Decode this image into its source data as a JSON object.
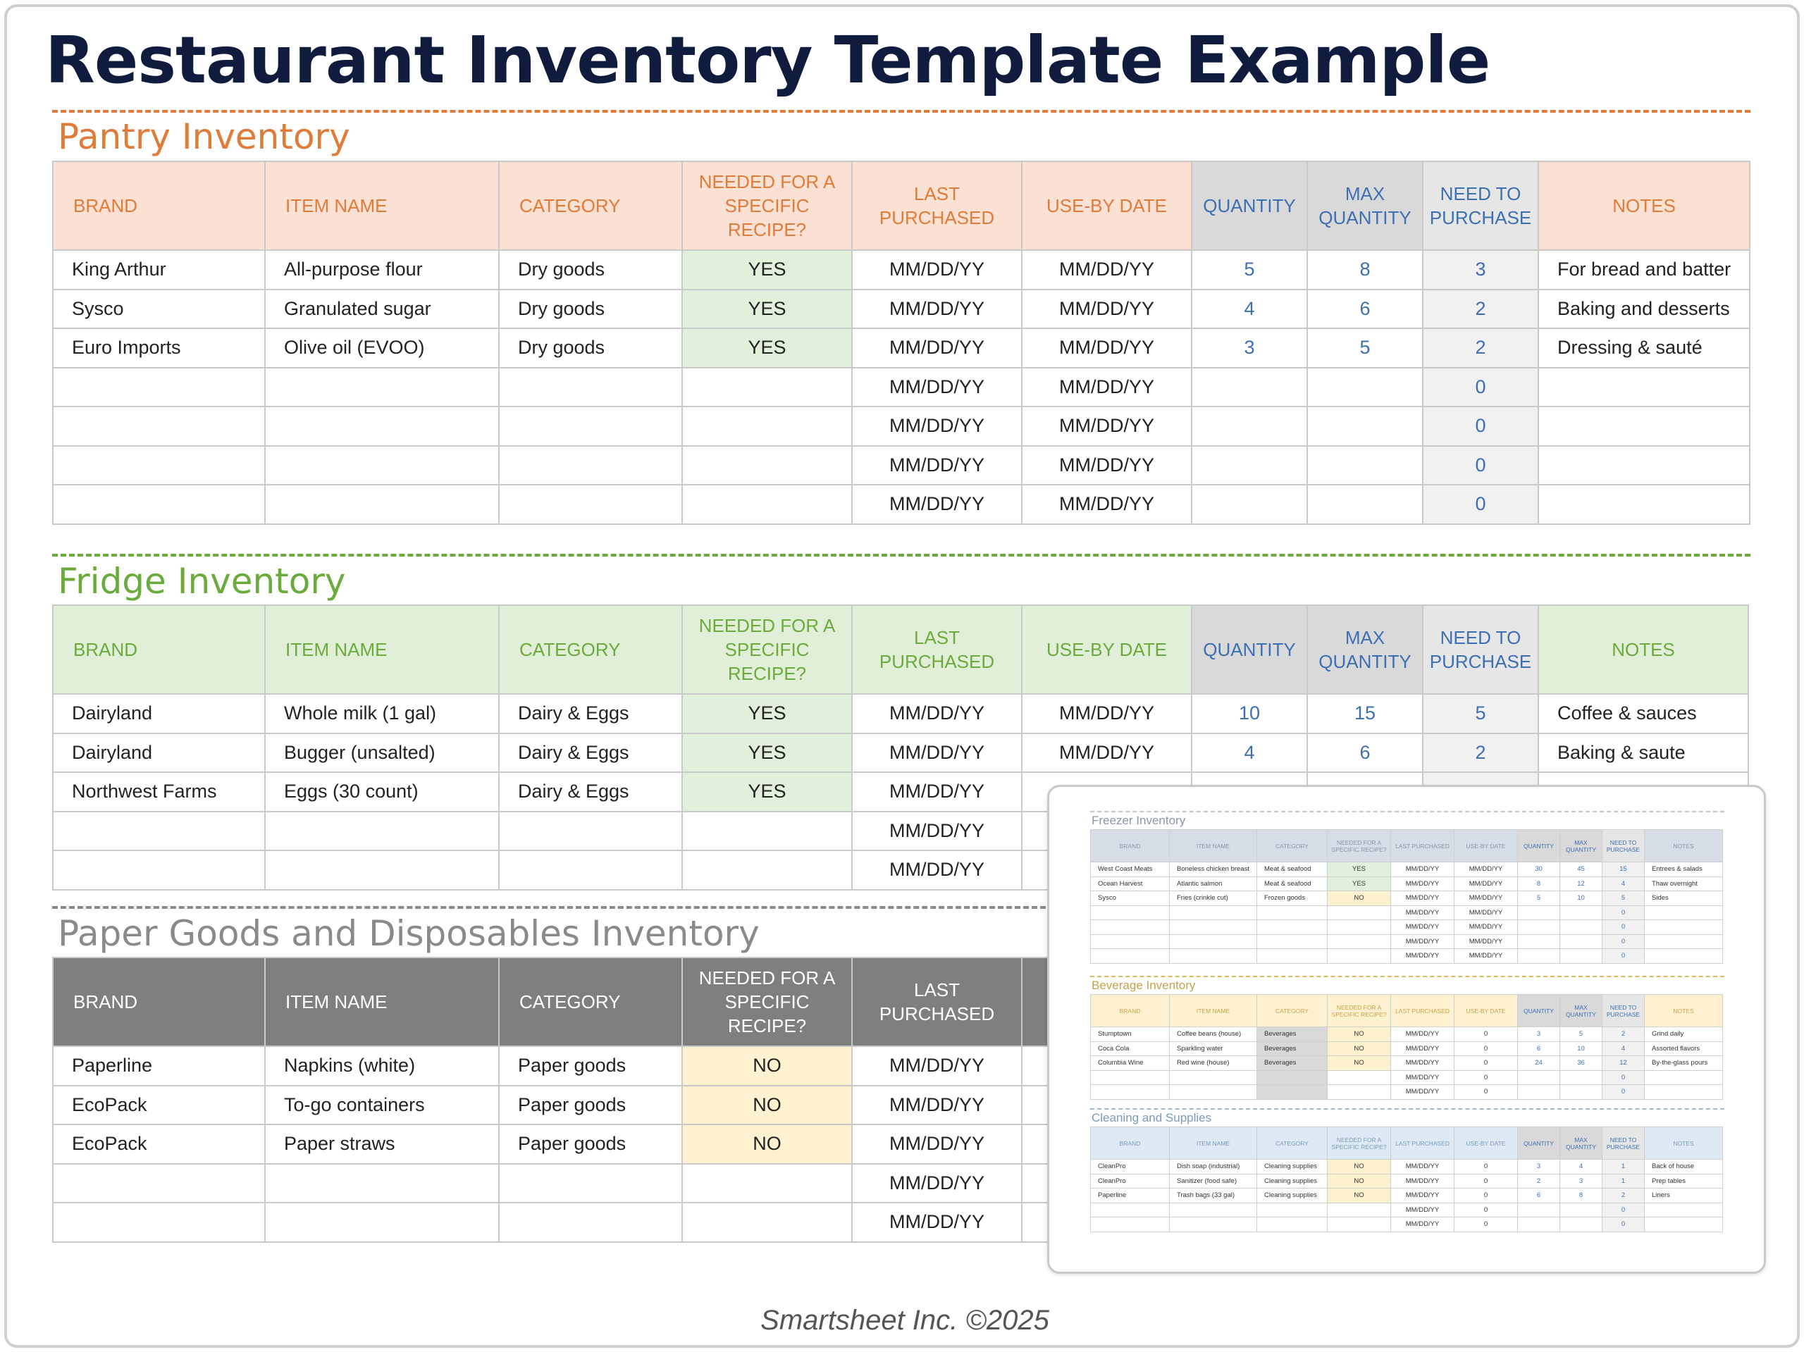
{
  "page": {
    "title": "Restaurant Inventory Template Example",
    "footer": "Smartsheet Inc. ©2025"
  },
  "headers": {
    "brand": "BRAND",
    "item": "ITEM NAME",
    "category": "CATEGORY",
    "recipe": "NEEDED FOR A SPECIFIC RECIPE?",
    "last": "LAST PURCHASED",
    "useby": "USE-BY DATE",
    "qty": "QUANTITY",
    "max": "MAX QUANTITY",
    "need": "NEED TO PURCHASE",
    "notes": "NOTES"
  },
  "pantry": {
    "title": "Pantry Inventory",
    "rows": [
      {
        "brand": "King Arthur",
        "item": "All-purpose flour",
        "category": "Dry goods",
        "recipe": "YES",
        "last": "MM/DD/YY",
        "useby": "MM/DD/YY",
        "qty": "5",
        "max": "8",
        "need": "3",
        "notes": "For bread and batter"
      },
      {
        "brand": "Sysco",
        "item": "Granulated sugar",
        "category": "Dry goods",
        "recipe": "YES",
        "last": "MM/DD/YY",
        "useby": "MM/DD/YY",
        "qty": "4",
        "max": "6",
        "need": "2",
        "notes": "Baking and desserts"
      },
      {
        "brand": "Euro Imports",
        "item": "Olive oil (EVOO)",
        "category": "Dry goods",
        "recipe": "YES",
        "last": "MM/DD/YY",
        "useby": "MM/DD/YY",
        "qty": "3",
        "max": "5",
        "need": "2",
        "notes": "Dressing & sauté"
      },
      {
        "brand": "",
        "item": "",
        "category": "",
        "recipe": "",
        "last": "MM/DD/YY",
        "useby": "MM/DD/YY",
        "qty": "",
        "max": "",
        "need": "0",
        "notes": ""
      },
      {
        "brand": "",
        "item": "",
        "category": "",
        "recipe": "",
        "last": "MM/DD/YY",
        "useby": "MM/DD/YY",
        "qty": "",
        "max": "",
        "need": "0",
        "notes": ""
      },
      {
        "brand": "",
        "item": "",
        "category": "",
        "recipe": "",
        "last": "MM/DD/YY",
        "useby": "MM/DD/YY",
        "qty": "",
        "max": "",
        "need": "0",
        "notes": ""
      },
      {
        "brand": "",
        "item": "",
        "category": "",
        "recipe": "",
        "last": "MM/DD/YY",
        "useby": "MM/DD/YY",
        "qty": "",
        "max": "",
        "need": "0",
        "notes": ""
      }
    ]
  },
  "fridge": {
    "title": "Fridge Inventory",
    "rows": [
      {
        "brand": "Dairyland",
        "item": "Whole milk (1 gal)",
        "category": "Dairy & Eggs",
        "recipe": "YES",
        "last": "MM/DD/YY",
        "useby": "MM/DD/YY",
        "qty": "10",
        "max": "15",
        "need": "5",
        "notes": "Coffee & sauces"
      },
      {
        "brand": "Dairyland",
        "item": "Bugger (unsalted)",
        "category": "Dairy & Eggs",
        "recipe": "YES",
        "last": "MM/DD/YY",
        "useby": "MM/DD/YY",
        "qty": "4",
        "max": "6",
        "need": "2",
        "notes": "Baking & saute"
      },
      {
        "brand": "Northwest Farms",
        "item": "Eggs (30 count)",
        "category": "Dairy & Eggs",
        "recipe": "YES",
        "last": "MM/DD/YY",
        "useby": "",
        "qty": "",
        "max": "",
        "need": "",
        "notes": ""
      },
      {
        "brand": "",
        "item": "",
        "category": "",
        "recipe": "",
        "last": "MM/DD/YY",
        "useby": "",
        "qty": "",
        "max": "",
        "need": "",
        "notes": ""
      },
      {
        "brand": "",
        "item": "",
        "category": "",
        "recipe": "",
        "last": "MM/DD/YY",
        "useby": "",
        "qty": "",
        "max": "",
        "need": "",
        "notes": ""
      }
    ]
  },
  "paper": {
    "title": "Paper Goods and Disposables Inventory",
    "rows": [
      {
        "brand": "Paperline",
        "item": "Napkins (white)",
        "category": "Paper goods",
        "recipe": "NO",
        "last": "MM/DD/YY"
      },
      {
        "brand": "EcoPack",
        "item": "To-go containers",
        "category": "Paper goods",
        "recipe": "NO",
        "last": "MM/DD/YY"
      },
      {
        "brand": "EcoPack",
        "item": "Paper straws",
        "category": "Paper goods",
        "recipe": "NO",
        "last": "MM/DD/YY"
      },
      {
        "brand": "",
        "item": "",
        "category": "",
        "recipe": "",
        "last": "MM/DD/YY"
      },
      {
        "brand": "",
        "item": "",
        "category": "",
        "recipe": "",
        "last": "MM/DD/YY"
      }
    ]
  },
  "preview": {
    "freezer": {
      "title": "Freezer Inventory",
      "rows": [
        [
          "West Coast Meats",
          "Boneless chicken breast",
          "Meat & seafood",
          "YES",
          "MM/DD/YY",
          "MM/DD/YY",
          "30",
          "45",
          "15",
          "Entrees & salads"
        ],
        [
          "Ocean Harvest",
          "Atlantic salmon",
          "Meat & seafood",
          "YES",
          "MM/DD/YY",
          "MM/DD/YY",
          "8",
          "12",
          "4",
          "Thaw overnight"
        ],
        [
          "Sysco",
          "Fries (crinkle cut)",
          "Frozen goods",
          "NO",
          "MM/DD/YY",
          "MM/DD/YY",
          "5",
          "10",
          "5",
          "Sides"
        ],
        [
          "",
          "",
          "",
          "",
          "MM/DD/YY",
          "MM/DD/YY",
          "",
          "",
          "0",
          ""
        ],
        [
          "",
          "",
          "",
          "",
          "MM/DD/YY",
          "MM/DD/YY",
          "",
          "",
          "0",
          ""
        ],
        [
          "",
          "",
          "",
          "",
          "MM/DD/YY",
          "MM/DD/YY",
          "",
          "",
          "0",
          ""
        ],
        [
          "",
          "",
          "",
          "",
          "MM/DD/YY",
          "MM/DD/YY",
          "",
          "",
          "0",
          ""
        ]
      ]
    },
    "beverage": {
      "title": "Beverage Inventory",
      "rows": [
        [
          "Stumptown",
          "Coffee beans (house)",
          "Beverages",
          "NO",
          "MM/DD/YY",
          "0",
          "3",
          "5",
          "2",
          "Grind daily"
        ],
        [
          "Coca Cola",
          "Sparkling water",
          "Beverages",
          "NO",
          "MM/DD/YY",
          "0",
          "6",
          "10",
          "4",
          "Assorted flavors"
        ],
        [
          "Columbia Wine",
          "Red wine (house)",
          "Beverages",
          "NO",
          "MM/DD/YY",
          "0",
          "24",
          "36",
          "12",
          "By-the-glass pours"
        ],
        [
          "",
          "",
          "",
          "",
          "MM/DD/YY",
          "0",
          "",
          "",
          "0",
          ""
        ],
        [
          "",
          "",
          "",
          "",
          "MM/DD/YY",
          "0",
          "",
          "",
          "0",
          ""
        ]
      ]
    },
    "cleaning": {
      "title": "Cleaning and Supplies",
      "rows": [
        [
          "CleanPro",
          "Dish soap (industrial)",
          "Cleaning supplies",
          "NO",
          "MM/DD/YY",
          "0",
          "3",
          "4",
          "1",
          "Back of house"
        ],
        [
          "CleanPro",
          "Sanitizer (food safe)",
          "Cleaning supplies",
          "NO",
          "MM/DD/YY",
          "0",
          "2",
          "3",
          "1",
          "Prep tables"
        ],
        [
          "Paperline",
          "Trash bags (33 gal)",
          "Cleaning supplies",
          "NO",
          "MM/DD/YY",
          "0",
          "6",
          "8",
          "2",
          "Liners"
        ],
        [
          "",
          "",
          "",
          "",
          "MM/DD/YY",
          "0",
          "",
          "",
          "0",
          ""
        ],
        [
          "",
          "",
          "",
          "",
          "MM/DD/YY",
          "0",
          "",
          "",
          "0",
          ""
        ]
      ]
    }
  },
  "colors": {
    "pantry": "#e07b39",
    "fridge": "#6aab3c",
    "paper": "#7f7f7f",
    "title": "#0f1c3d",
    "numbers": "#3d6fb5"
  }
}
